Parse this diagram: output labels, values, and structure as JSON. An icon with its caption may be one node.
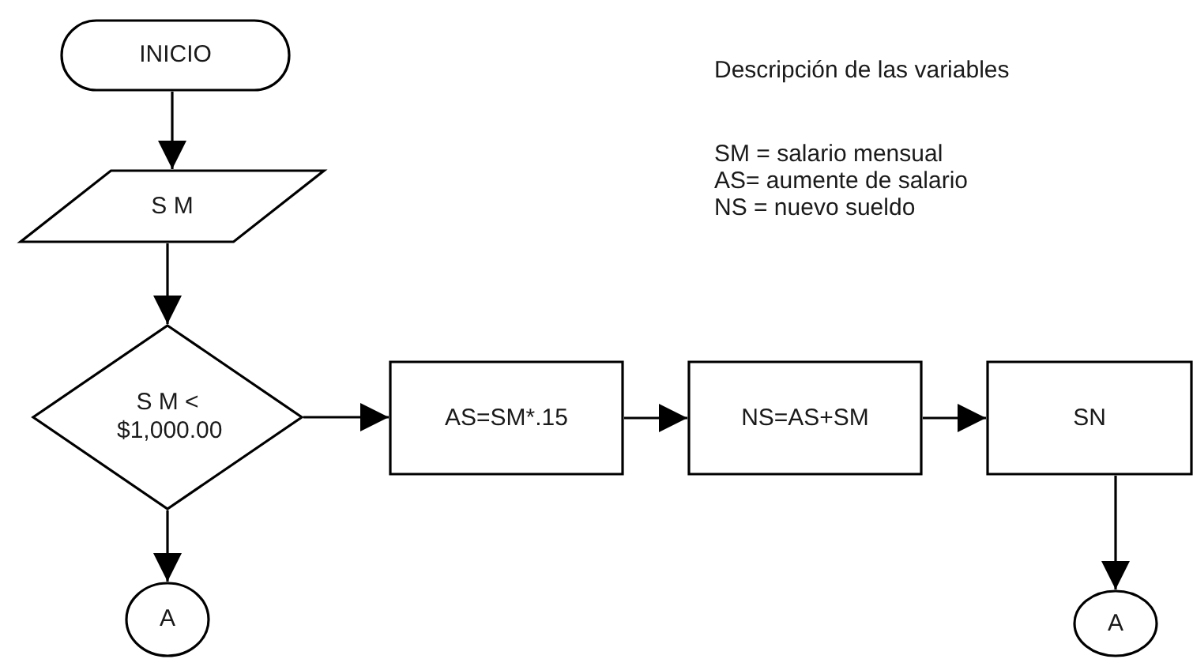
{
  "diagram": {
    "nodes": [
      {
        "text": [
          "INICIO"
        ]
      },
      {
        "text": [
          "S M"
        ]
      },
      {
        "text": [
          "S M < $1,000.00"
        ]
      },
      {
        "text": [
          "AS=SM*.15"
        ]
      },
      {
        "text": [
          "NS=AS+SM"
        ]
      },
      {
        "text": [
          "SN"
        ]
      },
      {
        "text": [
          "A"
        ]
      },
      {
        "text": [
          "A"
        ]
      }
    ],
    "edges": [
      {
        "from": 0,
        "to": 1,
        "arrow": "to"
      },
      {
        "from": 1,
        "to": 2,
        "arrow": "to"
      },
      {
        "from": 2,
        "to": 3,
        "arrow": "to"
      },
      {
        "from": 3,
        "to": 4,
        "arrow": "to"
      },
      {
        "from": 4,
        "to": 5,
        "arrow": "to"
      },
      {
        "from": 2,
        "to": 6,
        "arrow": "to"
      },
      {
        "from": 5,
        "to": 7,
        "arrow": "to"
      }
    ],
    "labels": [
      "Descripción de las variables",
      "SM = salario mensual",
      "AS= aumente de salario",
      "NS = nuevo sueldo"
    ]
  }
}
